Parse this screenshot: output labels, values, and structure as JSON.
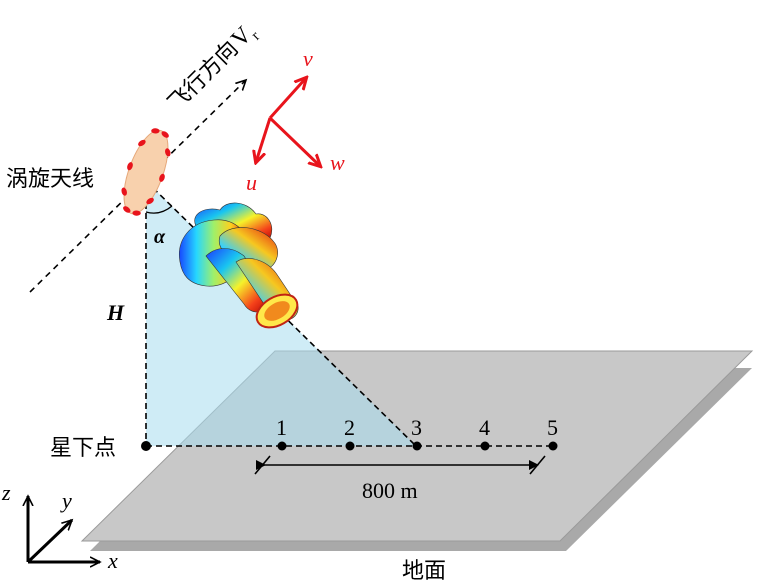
{
  "labels": {
    "flight_direction": "飞行方向",
    "velocity_symbol": "V",
    "velocity_subscript": "r",
    "vortex_antenna": "涡旋天线",
    "angle": "α",
    "height": "H",
    "nadir_point": "星下点",
    "ground": "地面",
    "distance": "800 m"
  },
  "points": [
    {
      "label": "1"
    },
    {
      "label": "2"
    },
    {
      "label": "3"
    },
    {
      "label": "4"
    },
    {
      "label": "5"
    }
  ],
  "local_axes": {
    "v": "v",
    "u": "u",
    "w": "w"
  },
  "global_axes": {
    "x": "x",
    "y": "y",
    "z": "z"
  },
  "colors": {
    "ground": "#c8c8c8",
    "ground_shadow": "#a9a9a9",
    "beam": "#a7dcef",
    "antenna_fill": "#f8d1ad",
    "antenna_dots": "#e8141c",
    "local_axes": "#e8141c"
  }
}
